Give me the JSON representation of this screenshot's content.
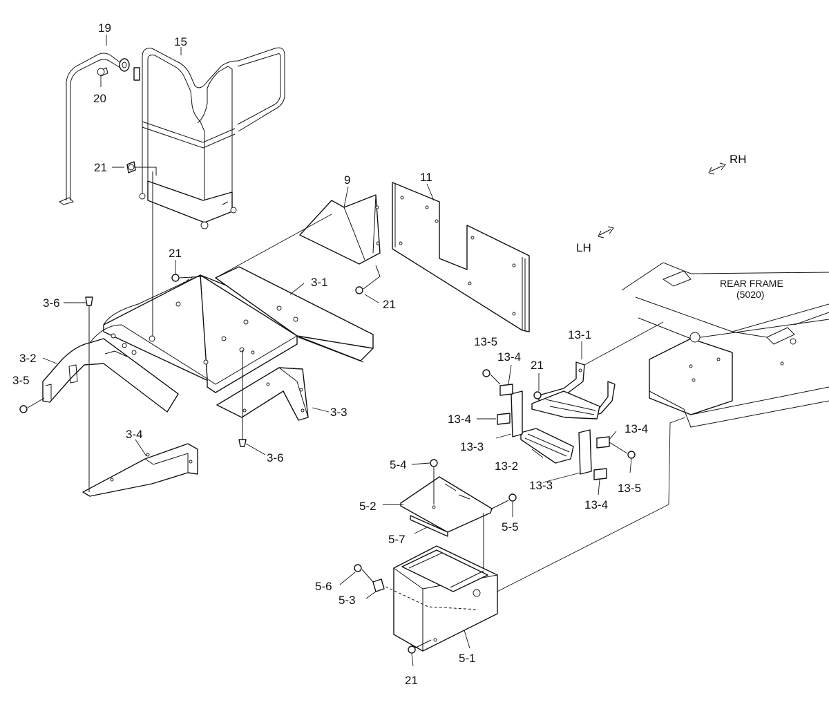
{
  "labels": {
    "l19": "19",
    "l15": "15",
    "l20": "20",
    "l21a": "21",
    "l9": "9",
    "l11": "11",
    "lRH": "RH",
    "lLH": "LH",
    "l21b": "21",
    "l31": "3-1",
    "l21c": "21",
    "l36a": "3-6",
    "l32": "3-2",
    "l35": "3-5",
    "l33": "3-3",
    "l34": "3-4",
    "l36b": "3-6",
    "l131": "13-1",
    "l135a": "13-5",
    "l134a": "13-4",
    "l21d": "21",
    "l134b": "13-4",
    "l133a": "13-3",
    "l134c": "13-4",
    "l132": "13-2",
    "l133b": "13-3",
    "l135b": "13-5",
    "l134d": "13-4",
    "l54": "5-4",
    "l52": "5-2",
    "l55": "5-5",
    "l57": "5-7",
    "l56": "5-6",
    "l53": "5-3",
    "l51": "5-1",
    "l21e": "21"
  },
  "rear_frame": {
    "title": "REAR FRAME",
    "code": "(5020)"
  }
}
